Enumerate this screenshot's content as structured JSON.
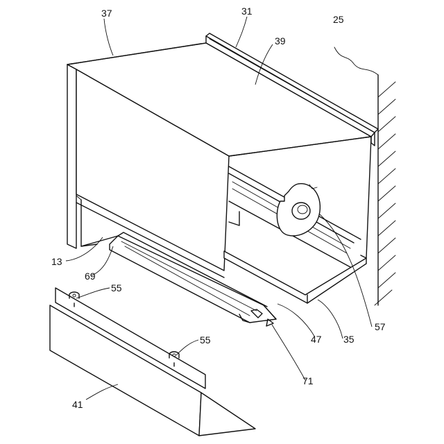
{
  "colors": {
    "line": "#111111",
    "background": "#ffffff"
  },
  "labels": {
    "l37": "37",
    "l31": "31",
    "l25": "25",
    "l39": "39",
    "l13": "13",
    "l69": "69",
    "l55a": "55",
    "l55b": "55",
    "l47": "47",
    "l35": "35",
    "l57": "57",
    "l71": "71",
    "l41": "41"
  }
}
